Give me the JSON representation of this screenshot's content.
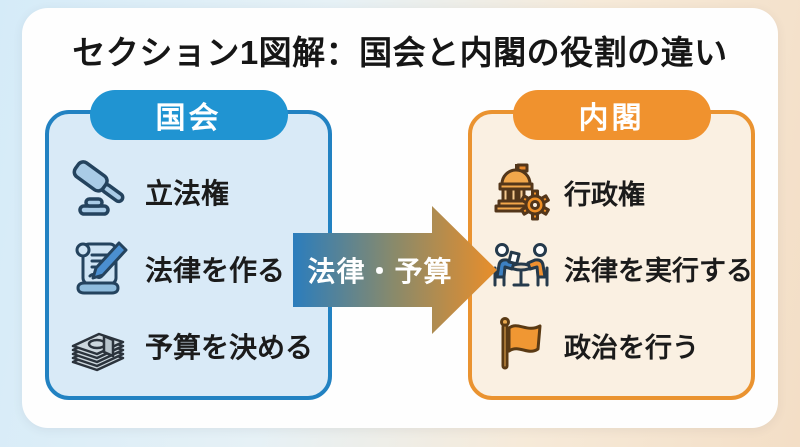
{
  "title": "セクション1図解：国会と内閣の役割の違い",
  "colors": {
    "accent_blue": "#2094d2",
    "accent_orange": "#f0922e",
    "panel_blue_bg": "#d9eaf7",
    "panel_blue_border": "#2282c2",
    "panel_orange_bg": "#faf0e2",
    "panel_orange_border": "#ea9330",
    "arrow_gradient_start": "#2b7dbd",
    "arrow_gradient_end": "#e98e2a"
  },
  "left_panel": {
    "header": "国会",
    "items": [
      {
        "icon": "gavel-icon",
        "label": "立法権"
      },
      {
        "icon": "scroll-pen-icon",
        "label": "法律を作る"
      },
      {
        "icon": "money-stack-icon",
        "label": "予算を決める"
      }
    ]
  },
  "arrow": {
    "label": "法律・予算"
  },
  "right_panel": {
    "header": "内閣",
    "items": [
      {
        "icon": "government-building-icon",
        "label": "行政権"
      },
      {
        "icon": "meeting-icon",
        "label": "法律を実行する"
      },
      {
        "icon": "flag-icon",
        "label": "政治を行う"
      }
    ]
  }
}
